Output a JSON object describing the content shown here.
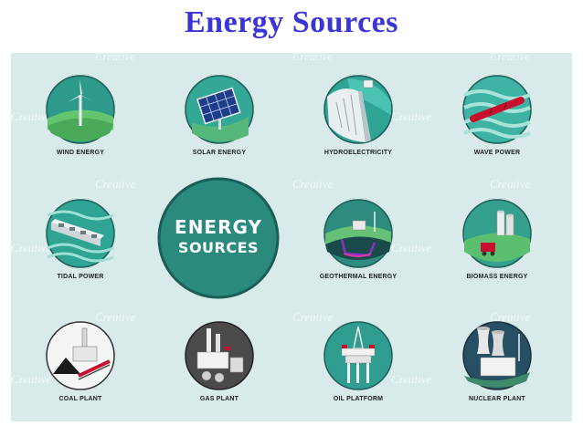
{
  "title": "Energy Sources",
  "center": {
    "line1": "ENERGY",
    "line2": "SOURCES"
  },
  "tiles": [
    {
      "label": "WIND ENERGY"
    },
    {
      "label": "SOLAR ENERGY"
    },
    {
      "label": "HYDROELECTRICITY"
    },
    {
      "label": "WAVE POWER"
    },
    {
      "label": "TIDAL POWER"
    },
    {
      "label": "GEOTHERMAL ENERGY"
    },
    {
      "label": "BIOMASS ENERGY"
    },
    {
      "label": "COAL PLANT"
    },
    {
      "label": "GAS PLANT"
    },
    {
      "label": "OIL PLATFORM"
    },
    {
      "label": "NUCLEAR PLANT"
    }
  ],
  "watermark": "Creative",
  "colors": {
    "title": "#3a35d6",
    "panel": "#d8eaea",
    "teal": "#2f8f84",
    "dark_teal": "#1f6f66"
  }
}
